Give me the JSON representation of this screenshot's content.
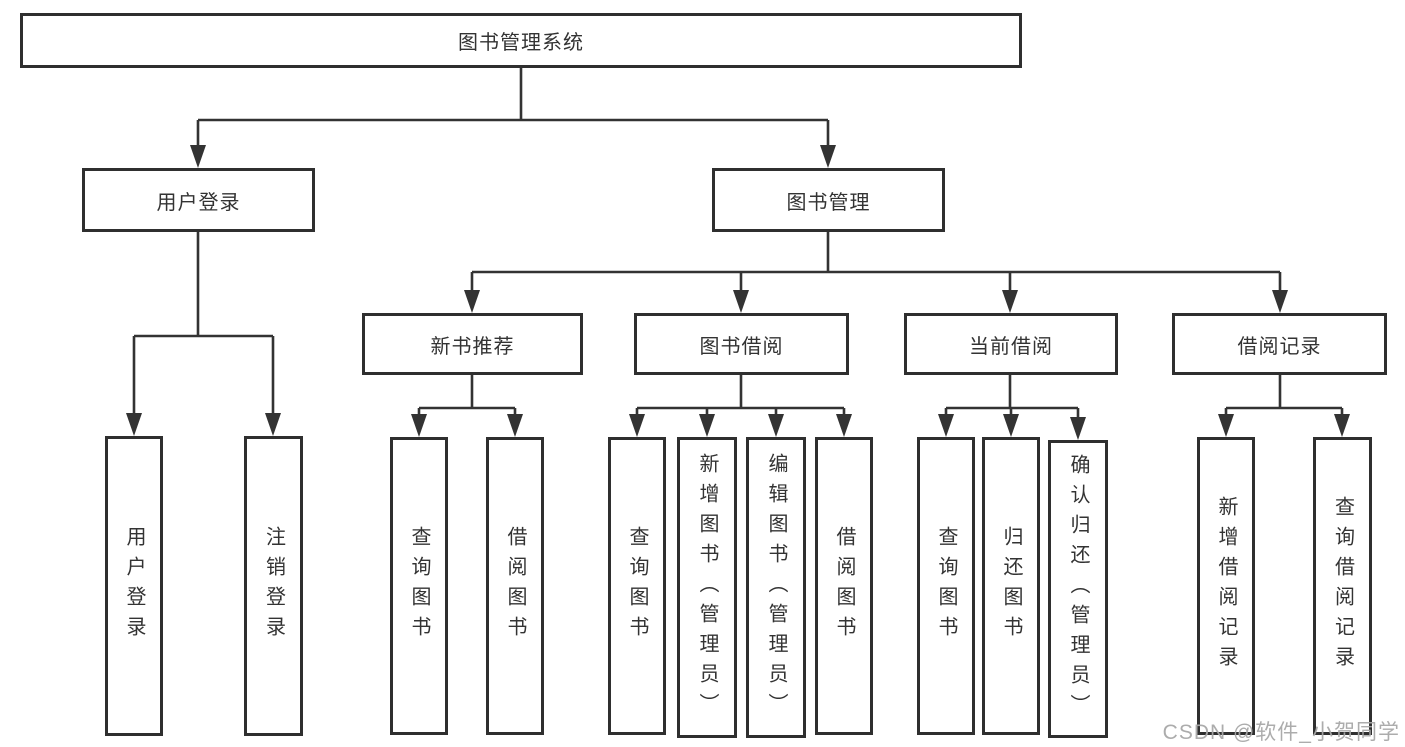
{
  "diagram": {
    "root": "图书管理系统",
    "user_login": {
      "label": "用户登录",
      "children": [
        "用户登录",
        "注销登录"
      ]
    },
    "book_mgmt": {
      "label": "图书管理",
      "sections": [
        {
          "label": "新书推荐",
          "children": [
            "查询图书",
            "借阅图书"
          ]
        },
        {
          "label": "图书借阅",
          "children": [
            "查询图书",
            "新增图书（管理员）",
            "编辑图书（管理员）",
            "借阅图书"
          ]
        },
        {
          "label": "当前借阅",
          "children": [
            "查询图书",
            "归还图书",
            "确认归还（管理员）"
          ]
        },
        {
          "label": "借阅记录",
          "children": [
            "新增借阅记录",
            "查询借阅记录"
          ]
        }
      ]
    },
    "colors": {
      "line": "#333333",
      "text": "#333333",
      "background": "#ffffff",
      "watermark": "#a8a8a8"
    }
  },
  "watermark": "CSDN @软件_小贺同学"
}
